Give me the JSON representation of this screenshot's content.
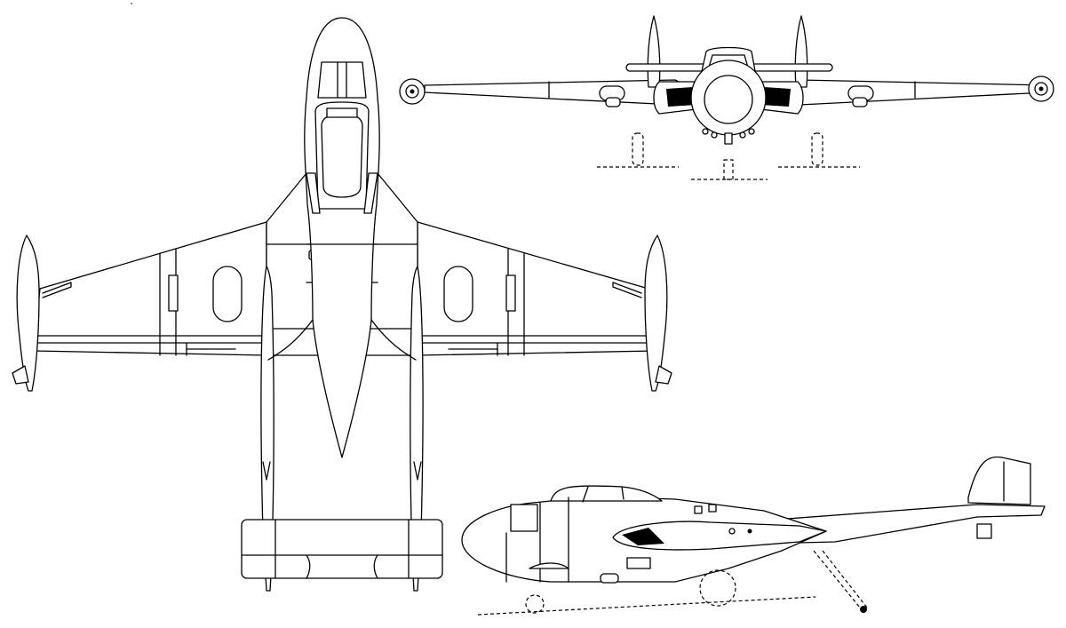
{
  "drawing": {
    "views": [
      "plan-view",
      "front-view",
      "side-view"
    ],
    "line_color": "#000000",
    "background_color": "#ffffff"
  }
}
